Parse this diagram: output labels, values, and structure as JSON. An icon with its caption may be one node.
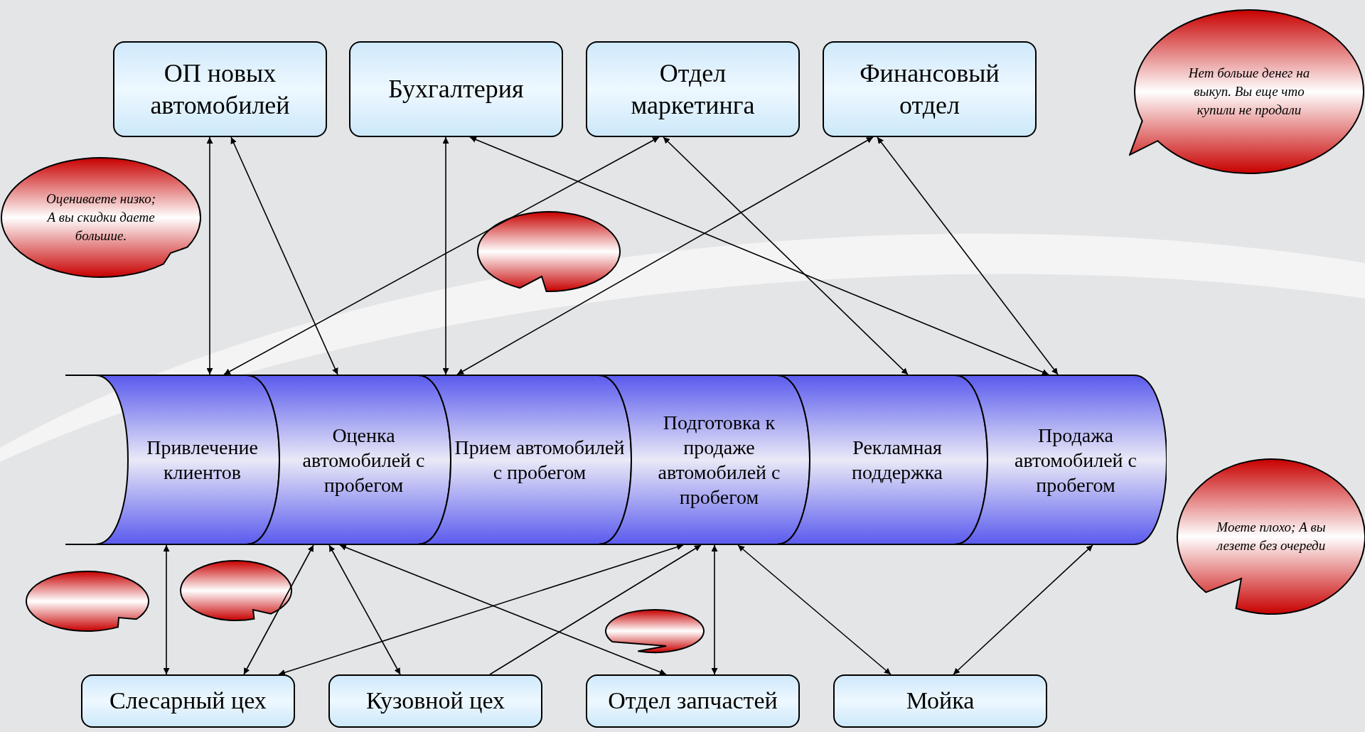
{
  "diagram": {
    "nodes": [
      {
        "text": [
          "ОП новых автомобилей"
        ]
      },
      {
        "text": [
          "Бухгалтерия"
        ]
      },
      {
        "text": [
          "Отдел маркетинга"
        ]
      },
      {
        "text": [
          "Финансовый отдел"
        ]
      },
      {
        "text": [
          "Нет больше денег на выкуп. Вы еще что купили не продали"
        ]
      },
      {
        "text": [
          "Оцениваете низко; А вы скидки даете большие."
        ]
      },
      {
        "text": [],
        "shape": "bubble"
      },
      {
        "text": [
          "Привлечение клиентов"
        ]
      },
      {
        "text": [
          "Оценка автомобилей с пробегом"
        ]
      },
      {
        "text": [
          "Прием автомобилей с пробегом"
        ]
      },
      {
        "text": [
          "Подготовка к продаже автомобилей с пробегом"
        ]
      },
      {
        "text": [
          "Рекламная поддержка"
        ]
      },
      {
        "text": [
          "Продажа автомобилей с пробегом"
        ]
      },
      {
        "text": [
          "Моете плохо; А вы лезете без очереди"
        ]
      },
      {
        "text": [],
        "shape": "bubble"
      },
      {
        "text": [],
        "shape": "bubble"
      },
      {
        "text": [],
        "shape": "bubble"
      },
      {
        "text": [
          "Слесарный цех"
        ]
      },
      {
        "text": [
          "Кузовной цех"
        ]
      },
      {
        "text": [
          "Отдел запчастей"
        ]
      },
      {
        "text": [
          "Мойка"
        ]
      }
    ],
    "edges": [
      {
        "from": 0,
        "to": 7,
        "arrow": "both"
      },
      {
        "from": 0,
        "to": 8,
        "arrow": "both"
      },
      {
        "from": 2,
        "to": 7,
        "arrow": "both"
      },
      {
        "from": 1,
        "to": 9,
        "arrow": "both"
      },
      {
        "from": 1,
        "to": 12,
        "arrow": "both"
      },
      {
        "from": 2,
        "to": 11,
        "arrow": "both"
      },
      {
        "from": 3,
        "to": 9,
        "arrow": "both"
      },
      {
        "from": 3,
        "to": 12,
        "arrow": "both"
      },
      {
        "from": 7,
        "to": 17,
        "arrow": "both"
      },
      {
        "from": 8,
        "to": 17,
        "arrow": "both"
      },
      {
        "from": 8,
        "to": 18,
        "arrow": "both"
      },
      {
        "from": 8,
        "to": 19,
        "arrow": "both"
      },
      {
        "from": 10,
        "to": 17,
        "arrow": "both"
      },
      {
        "from": 18,
        "to": 10,
        "arrow": "to"
      },
      {
        "from": 10,
        "to": 19,
        "arrow": "both"
      },
      {
        "from": 10,
        "to": 20,
        "arrow": "both"
      },
      {
        "from": 12,
        "to": 20,
        "arrow": "both"
      }
    ]
  }
}
